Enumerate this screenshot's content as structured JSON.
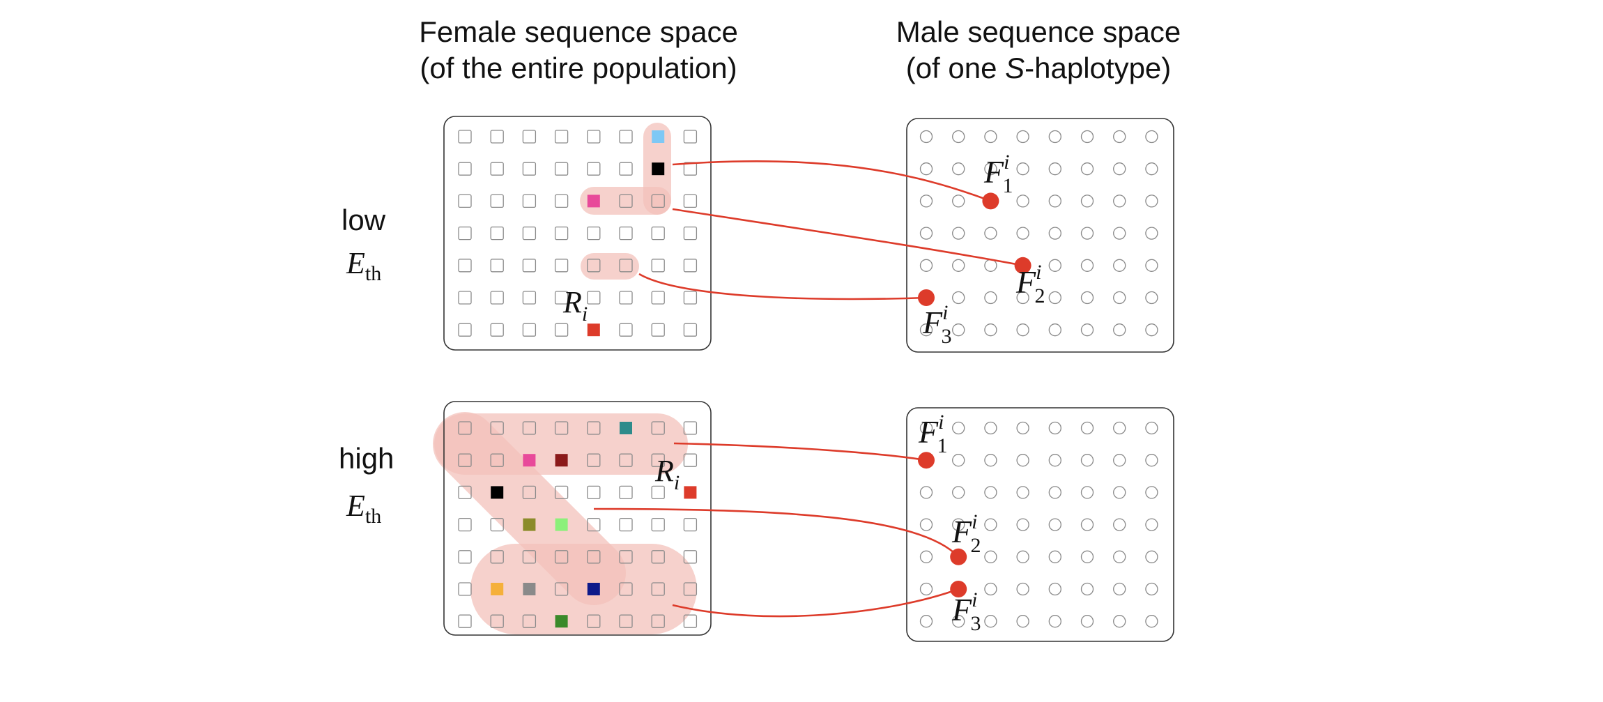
{
  "headers": {
    "female_line1": "Female sequence space",
    "female_line2": "(of the entire population)",
    "male_line1": "Male sequence space",
    "male_line2_pre": "(of one ",
    "male_line2_italic": "S",
    "male_line2_post": "-haplotype)"
  },
  "rows": [
    {
      "id": "low",
      "label": "low",
      "eth_symbol": "E",
      "eth_sub": "th",
      "r_label": "R",
      "r_sub": "i",
      "receptor": {
        "row": 6,
        "col": 4,
        "color": "#dd3b2a"
      },
      "colored_cells": [
        {
          "row": 0,
          "col": 6,
          "color": "#7ec8f5"
        },
        {
          "row": 1,
          "col": 6,
          "color": "#000000"
        },
        {
          "row": 2,
          "col": 4,
          "color": "#e84a9a"
        }
      ],
      "f_labels": [
        {
          "main": "F",
          "sub": "1",
          "sup": "i"
        },
        {
          "main": "F",
          "sub": "2",
          "sup": "i"
        },
        {
          "main": "F",
          "sub": "3",
          "sup": "i"
        }
      ]
    },
    {
      "id": "high",
      "label": "high",
      "eth_symbol": "E",
      "eth_sub": "th",
      "r_label": "R",
      "r_sub": "i",
      "receptor": {
        "row": 2,
        "col": 7,
        "color": "#dd3b2a"
      },
      "colored_cells": [
        {
          "row": 0,
          "col": 5,
          "color": "#2e8b8b"
        },
        {
          "row": 1,
          "col": 2,
          "color": "#e84a9a"
        },
        {
          "row": 1,
          "col": 3,
          "color": "#8b1a1a"
        },
        {
          "row": 2,
          "col": 1,
          "color": "#000000"
        },
        {
          "row": 3,
          "col": 2,
          "color": "#8b8b2a"
        },
        {
          "row": 3,
          "col": 3,
          "color": "#8cf07a"
        },
        {
          "row": 5,
          "col": 1,
          "color": "#f5b03a"
        },
        {
          "row": 5,
          "col": 2,
          "color": "#8a8a8a"
        },
        {
          "row": 5,
          "col": 4,
          "color": "#0d1a8a"
        },
        {
          "row": 6,
          "col": 3,
          "color": "#3a8a2a"
        }
      ],
      "f_labels": [
        {
          "main": "F",
          "sub": "1",
          "sup": "i"
        },
        {
          "main": "F",
          "sub": "2",
          "sup": "i"
        },
        {
          "main": "F",
          "sub": "3",
          "sup": "i"
        }
      ]
    }
  ],
  "colors": {
    "link": "#dd3b2a",
    "highlight": "#f4c2bb",
    "cell_stroke": "#8a8a8a",
    "panel_stroke": "#333333"
  }
}
